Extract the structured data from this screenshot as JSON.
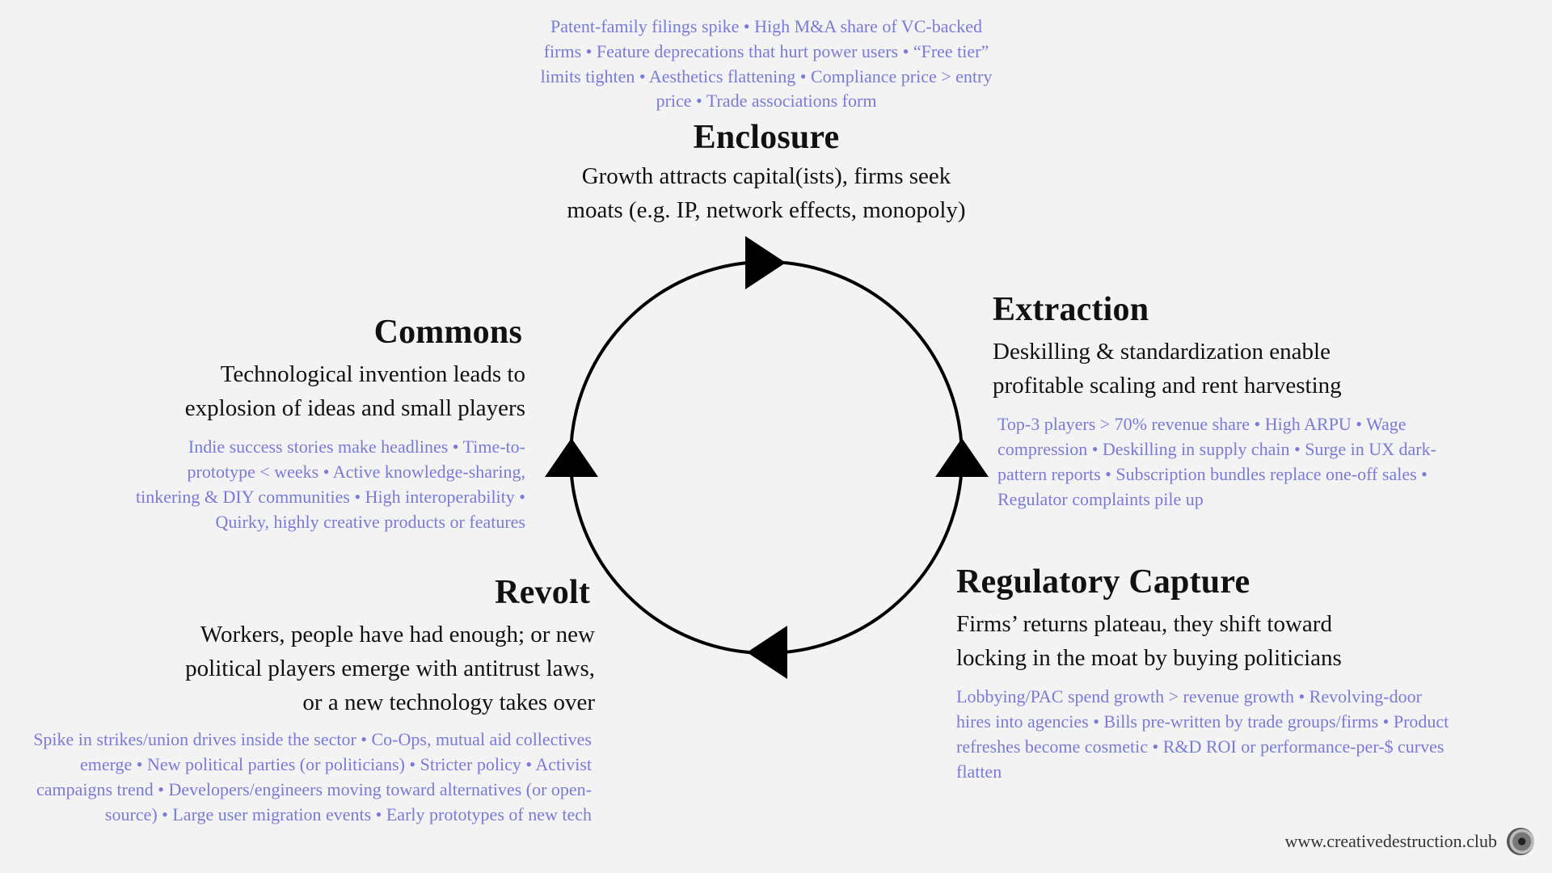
{
  "stages": {
    "enclosure": {
      "title": "Enclosure",
      "description": "Growth attracts capital(ists), firms seek moats (e.g. IP, network effects, monopoly)",
      "indicators": "Patent-family filings spike • High M&A share of VC-backed firms • Feature deprecations that hurt power users • “Free tier” limits tighten • Aesthetics flattening • Compliance price > entry price • Trade associations form"
    },
    "extraction": {
      "title": "Extraction",
      "description": "Deskilling & standardization enable profitable scaling and rent harvesting",
      "indicators": "Top-3 players > 70% revenue share • High ARPU • Wage compression • Deskilling in supply chain • Surge in UX dark-pattern reports • Subscription bundles replace one-off sales • Regulator complaints pile up"
    },
    "regulatory_capture": {
      "title": "Regulatory Capture",
      "description": "Firms’ returns plateau, they shift toward locking in the moat by buying politicians",
      "indicators": "Lobbying/PAC spend growth > revenue growth • Revolving-door hires into agencies • Bills pre-written by trade groups/firms • Product refreshes become cosmetic • R&D ROI or performance-per-$ curves flatten"
    },
    "revolt": {
      "title": "Revolt",
      "description": "Workers, people have had enough; or new political players emerge with antitrust laws, or a new technology takes over",
      "indicators": "Spike in strikes/union drives inside the sector • Co-Ops, mutual aid collectives emerge • New political parties (or politicians) • Stricter policy • Activist campaigns trend • Developers/engineers moving toward alternatives (or open-source) • Large user migration events •  Early prototypes of new tech"
    },
    "commons": {
      "title": "Commons",
      "description": "Technological invention leads to explosion of ideas and small players",
      "indicators": "Indie success stories make headlines • Time-to-prototype < weeks • Active knowledge-sharing, tinkering & DIY communities • High interoperability • Quirky, highly creative products or features"
    }
  },
  "footer": {
    "website": "www.creativedestruction.club"
  },
  "colors": {
    "background": "#f3f3f3",
    "indicator_text": "#7a7ad8",
    "cycle_stroke": "#000000"
  },
  "icons": {
    "logo": "eye-logo-icon",
    "arrow": "triangle-arrow-icon"
  }
}
